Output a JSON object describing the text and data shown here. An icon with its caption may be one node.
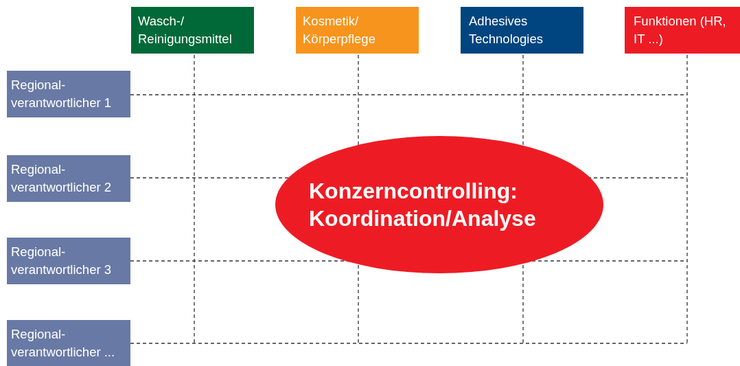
{
  "diagram": {
    "nodes": [
      {
        "text": [
          "Wasch-/ Reinigungsmittel"
        ]
      },
      {
        "text": [
          "Kosmetik/ Körperpflege"
        ]
      },
      {
        "text": [
          "Adhesives Technologies"
        ]
      },
      {
        "text": [
          "Funktionen (HR, IT ...)"
        ]
      },
      {
        "text": [
          "Regional- verantwortlicher 1"
        ]
      },
      {
        "text": [
          "Regional- verantwortlicher 2"
        ]
      },
      {
        "text": [
          "Regional- verantwortlicher 3"
        ]
      },
      {
        "text": [
          "Regional- verantwortlicher ..."
        ]
      },
      {
        "text": [
          "Konzerncontrolling: Koordination/Analyse"
        ]
      }
    ]
  }
}
